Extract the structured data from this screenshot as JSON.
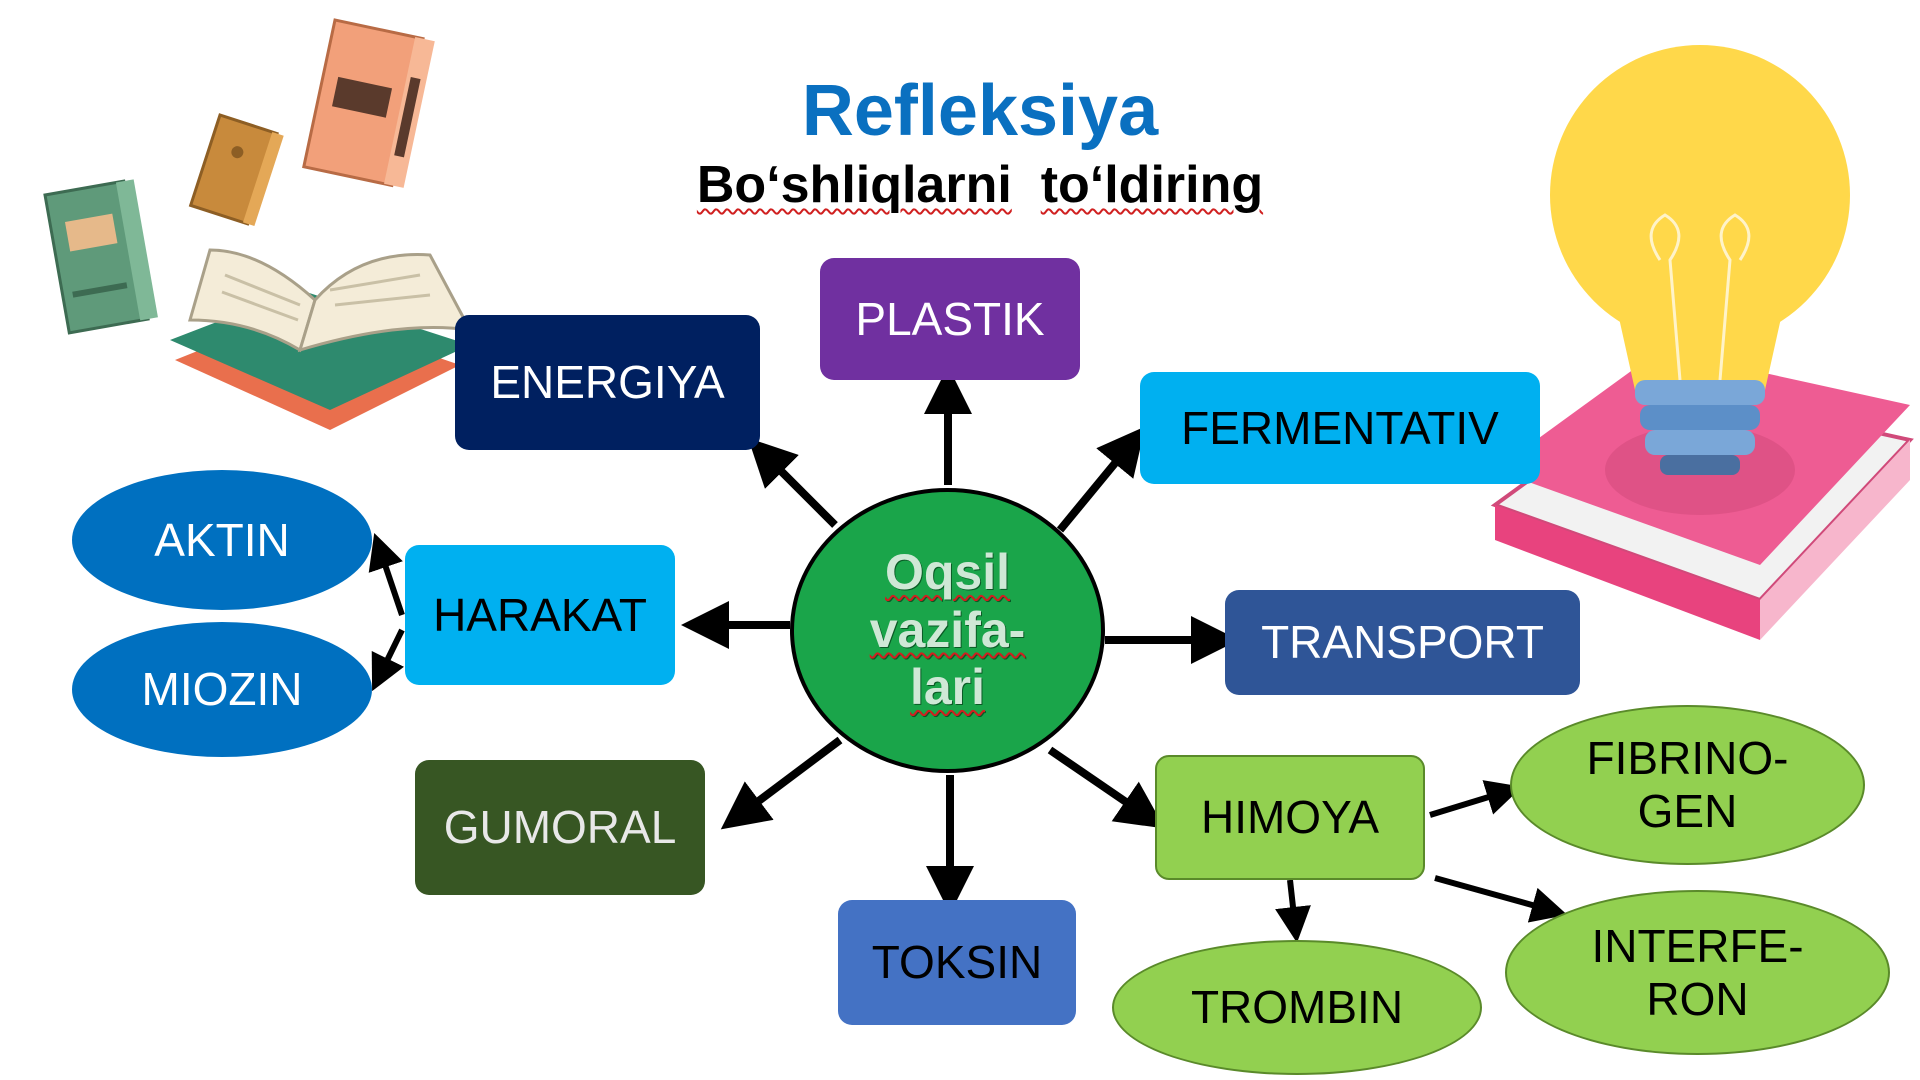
{
  "title": "Refleksiya",
  "subtitle": {
    "word1": "Bo‘shliqlarni",
    "word2": "to‘ldiring"
  },
  "center": {
    "line1": "Oqsil",
    "line2": "vazifa-",
    "line3": "lari"
  },
  "nodes": {
    "plastik": "PLASTIK",
    "energiya": "ENERGIYA",
    "fermentativ": "FERMENTATIV",
    "harakat": "HARAKAT",
    "aktin": "AKTIN",
    "miozin": "MIOZIN",
    "transport": "TRANSPORT",
    "gumoral": "GUMORAL",
    "toksin": "TOKSIN",
    "himoya": "HIMOYA",
    "fibrinogen": {
      "line1": "FIBRINO-",
      "line2": "GEN"
    },
    "interferon": {
      "line1": "INTERFE-",
      "line2": "RON"
    },
    "trombin": "TROMBIN"
  },
  "colors": {
    "title": "#0a70c0",
    "center": "#1aa54a",
    "plastik": "#7030a0",
    "energiya": "#002060",
    "fermentativ": "#00b0f0",
    "harakat": "#00b0f0",
    "ellipse_blue": "#0070c0",
    "transport": "#2f5597",
    "gumoral": "#375623",
    "toksin": "#4472c4",
    "green_light": "#92d050"
  },
  "icons": [
    "books-stack-icon",
    "open-book-icon",
    "lightbulb-on-books-icon"
  ]
}
